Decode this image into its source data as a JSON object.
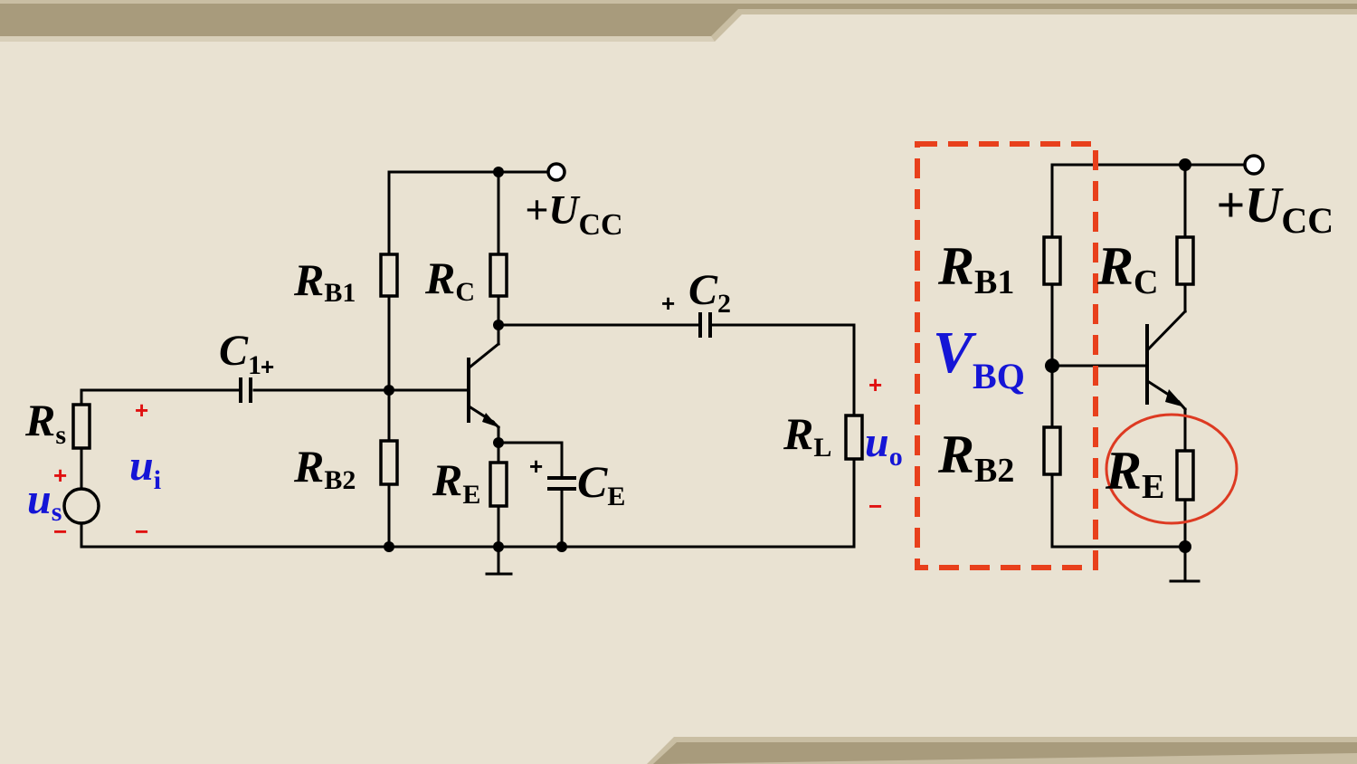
{
  "circuit_left": {
    "supply": {
      "main": "+U",
      "sub": "CC"
    },
    "rb1": {
      "main": "R",
      "sub": "B1"
    },
    "rb2": {
      "main": "R",
      "sub": "B2"
    },
    "rc": {
      "main": "R",
      "sub": "C"
    },
    "re": {
      "main": "R",
      "sub": "E"
    },
    "ce": {
      "main": "C",
      "sub": "E"
    },
    "c1": {
      "main": "C",
      "sub": "1"
    },
    "c2": {
      "main": "C",
      "sub": "2"
    },
    "rs": {
      "main": "R",
      "sub": "s"
    },
    "rl": {
      "main": "R",
      "sub": "L"
    },
    "ui": {
      "main": "u",
      "sub": "i"
    },
    "us": {
      "main": "u",
      "sub": "s"
    },
    "uo": {
      "main": "u",
      "sub": "o"
    },
    "plus": "+",
    "minus": "−"
  },
  "circuit_right": {
    "supply": {
      "main": "+U",
      "sub": "CC"
    },
    "rb1": {
      "main": "R",
      "sub": "B1"
    },
    "rb2": {
      "main": "R",
      "sub": "B2"
    },
    "rc": {
      "main": "R",
      "sub": "C"
    },
    "re": {
      "main": "R",
      "sub": "E"
    },
    "vbq": {
      "main": "V",
      "sub": "BQ"
    }
  },
  "colors": {
    "background": "#e9e2d2",
    "wire": "#000000",
    "label_blue": "#1515d6",
    "highlight_red": "#e8401c",
    "polarity_red": "#e01010",
    "frame_band": "#b4a78a"
  }
}
